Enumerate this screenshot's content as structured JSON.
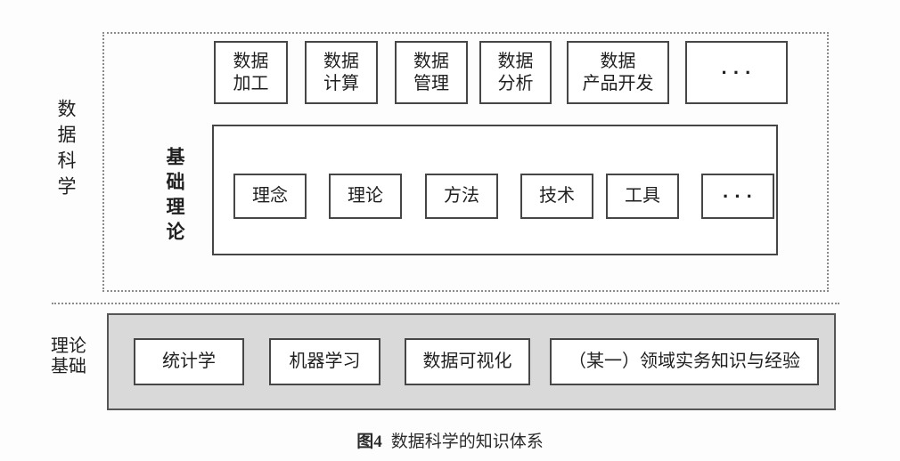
{
  "diagram": {
    "top_section": {
      "side_label": "数据科学",
      "process_boxes": [
        "数据\n加工",
        "数据\n计算",
        "数据\n管理",
        "数据\n分析",
        "数据\n产品开发",
        "···"
      ],
      "core_box": {
        "label": "基础理论",
        "items": [
          "理念",
          "理论",
          "方法",
          "技术",
          "工具",
          "···"
        ]
      }
    },
    "bottom_section": {
      "side_label": "理论\n基础",
      "foundation_boxes": [
        "统计学",
        "机器学习",
        "数据可视化",
        "（某一）领域实务知识与经验"
      ]
    },
    "caption": {
      "fig_label": "图4",
      "title": "数据科学的知识体系"
    },
    "colors": {
      "box_border": "#464646",
      "dotted_line": "#8b8b8b",
      "panel_fill": "#d9d9d9",
      "text": "#1f1f1f"
    }
  }
}
